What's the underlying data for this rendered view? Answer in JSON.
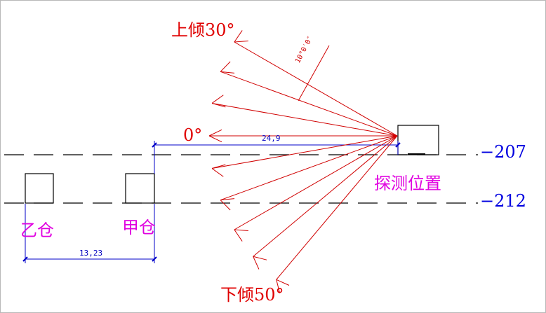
{
  "labels": {
    "up_tilt": "上倾30°",
    "down_tilt": "下倾50°",
    "zero": "0°",
    "probe_position": "探测位置",
    "warehouse_b": "乙仓",
    "warehouse_a": "甲仓",
    "level_upper": "−207",
    "level_lower": "−212",
    "dim_distance": "24,9",
    "dim_spacing": "13,23",
    "angle_step": "10°0′0″"
  },
  "ray_angles_deg": [
    30,
    20,
    10,
    0,
    -10,
    -20,
    -30,
    -40,
    -50
  ],
  "colors": {
    "rays": "#d00000",
    "dimension": "#0000c8",
    "label_magenta": "#e000e0",
    "level_blue": "#0000e0"
  }
}
